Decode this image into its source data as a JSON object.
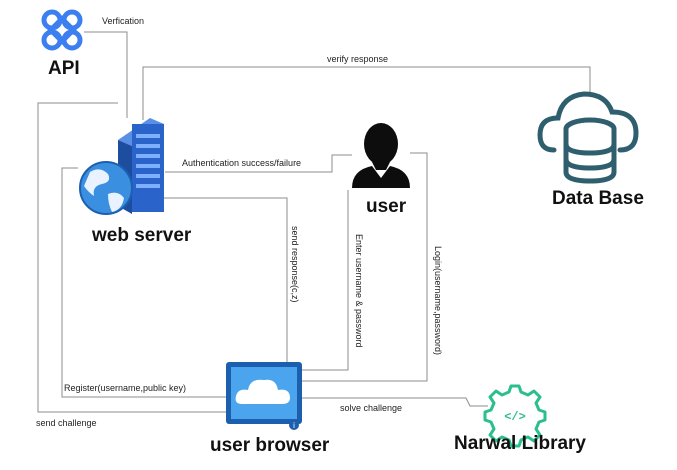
{
  "nodes": {
    "api": "API",
    "web_server": "web server",
    "user": "user",
    "database": "Data Base",
    "user_browser": "user browser",
    "narwal_library": "Narwal Library"
  },
  "edges": {
    "verification": "Verfication",
    "verify_response": "verify response",
    "auth_result": "Authentication success/failure",
    "send_response": "send response(c,z)",
    "enter_credentials": "Enter username & password",
    "login": "Login(username,password)",
    "register": "Register(username,public key)",
    "send_challenge": "send challenge",
    "solve_challenge": "solve challenge"
  },
  "icons": {
    "api": "api-logo-icon",
    "web_server": "web-server-globe-icon",
    "user": "user-silhouette-icon",
    "database": "cloud-database-icon",
    "user_browser": "browser-monitor-icon",
    "narwal_library": "code-gear-icon"
  },
  "colors": {
    "api_blue": "#3b7ff0",
    "server_blue": "#2e6fd6",
    "database_teal": "#2f5f6e",
    "library_green": "#2bbf8b",
    "connector_gray": "#8c8c8c"
  }
}
